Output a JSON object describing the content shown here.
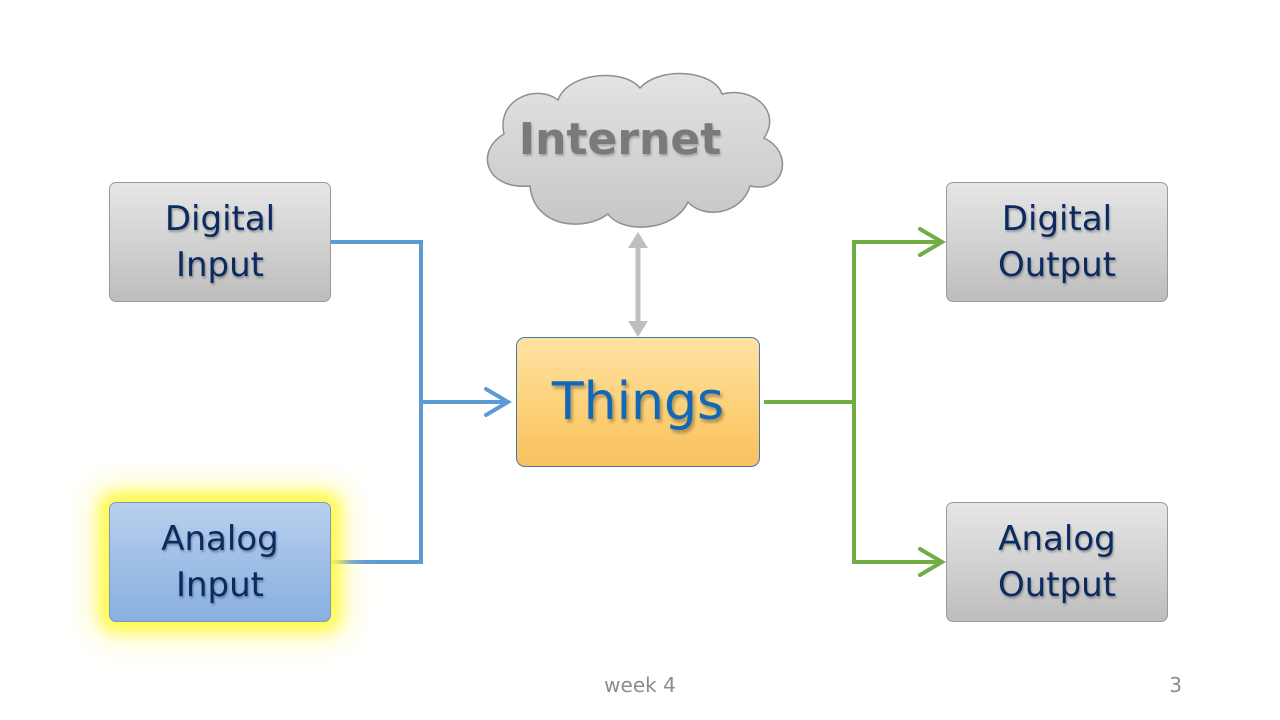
{
  "slide": {
    "footer_text": "week 4",
    "slide_number": "3"
  },
  "diagram": {
    "center": {
      "label": "Things"
    },
    "cloud": {
      "label": "Internet"
    },
    "inputs": [
      {
        "label": "Digital\nInput",
        "highlighted": false
      },
      {
        "label": "Analog\nInput",
        "highlighted": true
      }
    ],
    "outputs": [
      {
        "label": "Digital\nOutput"
      },
      {
        "label": "Analog\nOutput"
      }
    ],
    "colors": {
      "input_wire": "#5b9bd5",
      "output_wire": "#70ad47",
      "internet_link": "#bfbfbf",
      "highlight_glow": "#ffff40",
      "center_fill": "#fdd27c",
      "center_text": "#1268b8",
      "box_text": "#0b2a60"
    }
  }
}
